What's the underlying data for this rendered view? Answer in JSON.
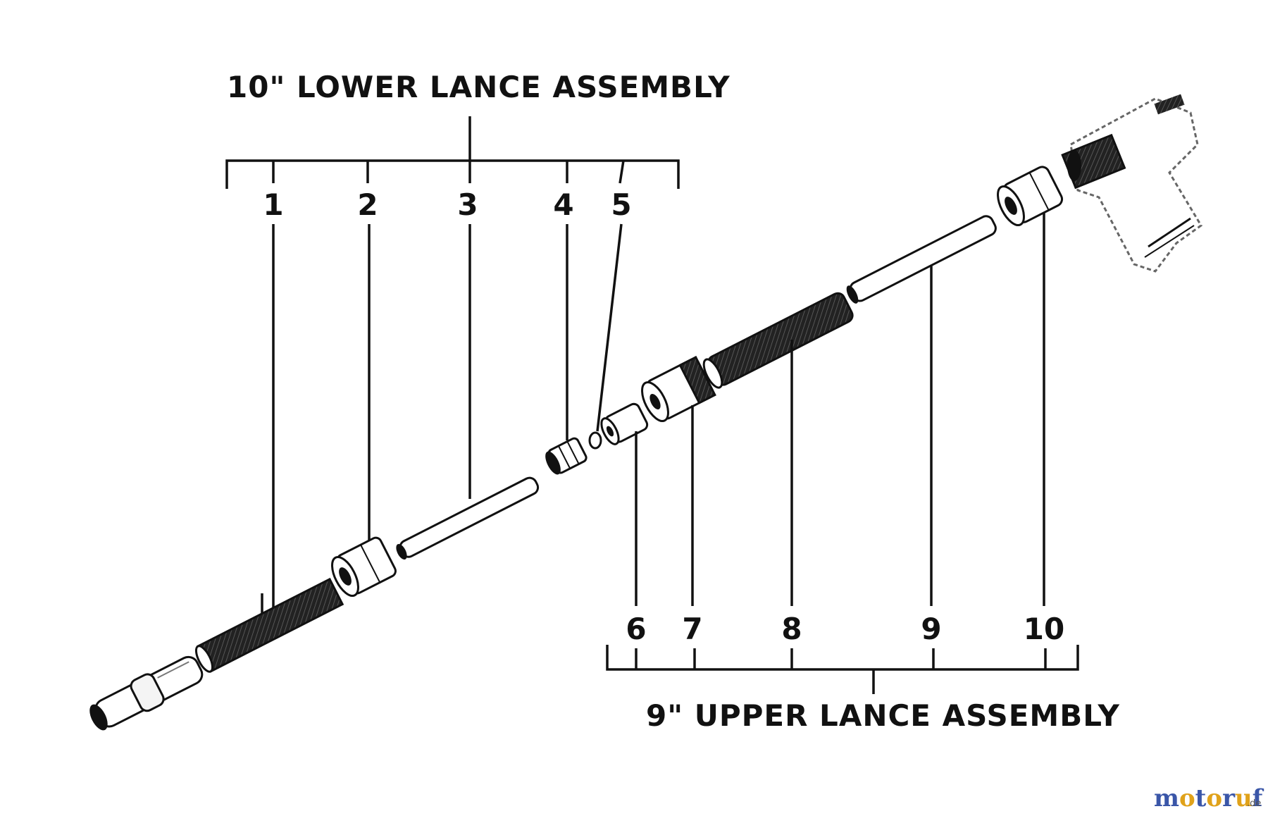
{
  "diagram": {
    "lower_title": "10\" LOWER LANCE ASSEMBLY",
    "upper_title": "9\" UPPER LANCE ASSEMBLY",
    "lower_parts": [
      "1",
      "2",
      "3",
      "4",
      "5"
    ],
    "upper_parts": [
      "6",
      "7",
      "8",
      "9",
      "10"
    ]
  },
  "watermark": {
    "letters": [
      "m",
      "o",
      "t",
      "o",
      "r",
      "u",
      "f"
    ],
    "suffix": ".de",
    "colors": [
      "#3a56a8",
      "#e0a21a",
      "#3a56a8",
      "#e0a21a",
      "#3a56a8",
      "#e0a21a",
      "#3a56a8"
    ]
  },
  "icons": [
    "spray-nozzle-icon",
    "spray-gun-icon"
  ]
}
